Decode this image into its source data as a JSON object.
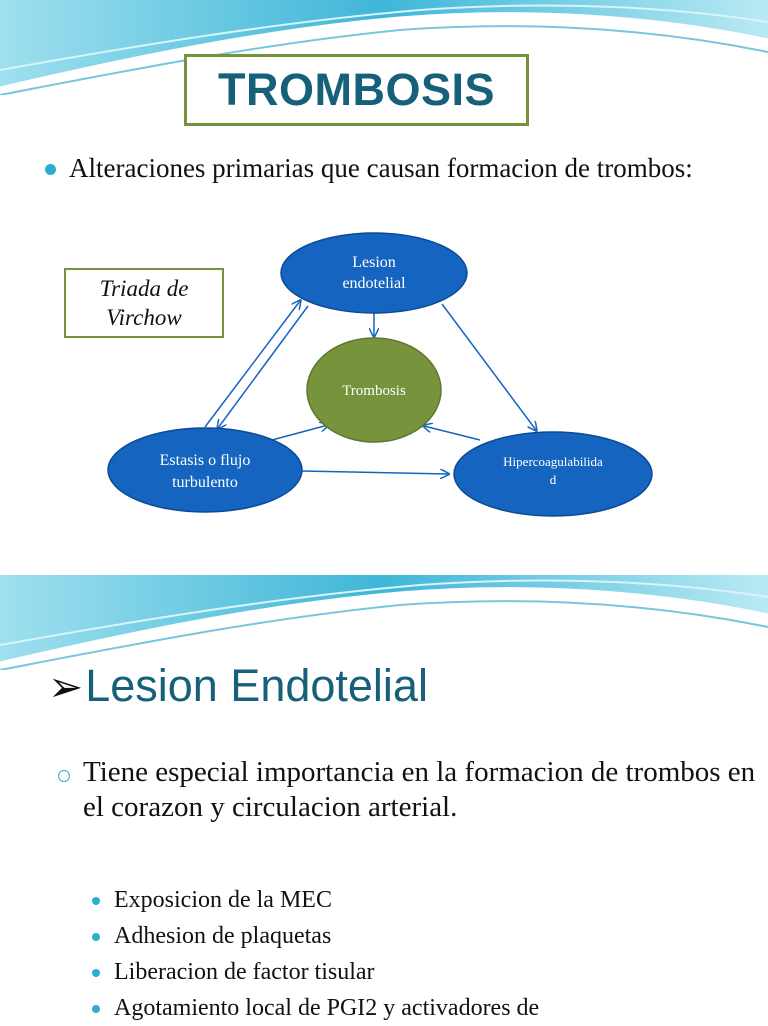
{
  "slide1": {
    "title": "TROMBOSIS",
    "bullet": "Alteraciones primarias que causan formacion de trombos:",
    "triad_label_line1": "Triada de",
    "triad_label_line2": "Virchow",
    "diagram": {
      "top_node_line1": "Lesion",
      "top_node_line2": "endotelial",
      "center_node": "Trombosis",
      "left_node_line1": "Estasis o flujo",
      "left_node_line2": "turbulento",
      "right_node_line1": "Hipercoagulabilida",
      "right_node_line2": "d"
    }
  },
  "slide2": {
    "heading": "Lesion Endotelial",
    "paragraph": "Tiene especial importancia en la formacion de trombos en el corazon y circulacion arterial.",
    "items": [
      "Exposicion de la MEC",
      "Adhesion de plaquetas",
      "Liberacion de factor tisular",
      "Agotamiento local de PGI2 y activadores de"
    ]
  },
  "colors": {
    "title_text": "#17607a",
    "title_border": "#76923c",
    "bullet": "#2aaed3",
    "blue_node": "#1565c0",
    "green_node": "#77933c"
  }
}
